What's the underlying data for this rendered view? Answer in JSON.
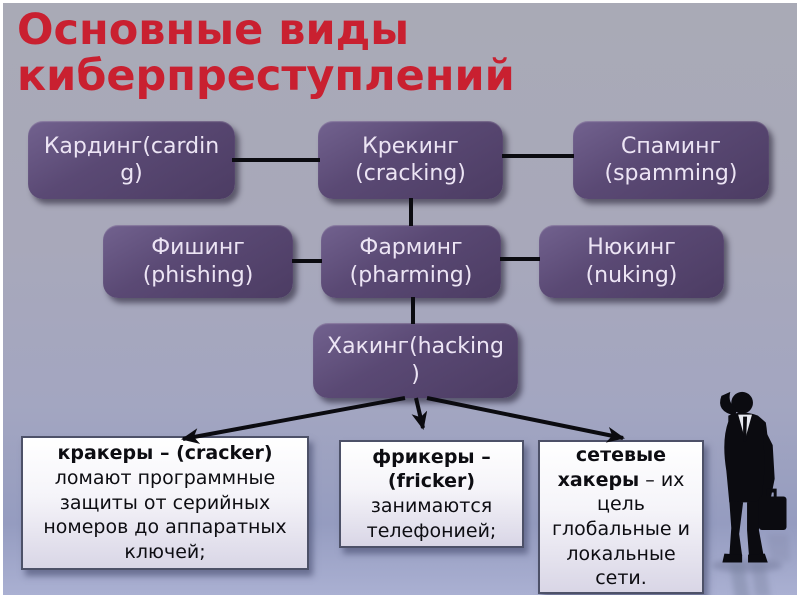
{
  "slide": {
    "title": "Основные виды киберпреступлений",
    "nodes": {
      "carding": {
        "label": "Кардинг(carding)"
      },
      "cracking": {
        "label": "Крекинг (cracking)"
      },
      "spamming": {
        "label": "Спаминг (spamming)"
      },
      "phishing": {
        "label": "Фишинг (phishing)"
      },
      "pharming": {
        "label": "Фарминг (pharming)"
      },
      "nuking": {
        "label": "Нюкинг (nuking)"
      },
      "hacking": {
        "label": "Хакинг(hacking)"
      }
    },
    "callouts": {
      "crackers": {
        "bold": "кракеры – (cracker)",
        "rest": " ломают программные защиты от серийных номеров до аппаратных ключей;"
      },
      "phreakers": {
        "bold": "фрикеры – (fricker)",
        "rest": " занимаются телефонией;"
      },
      "network_hackers": {
        "bold": "сетевые хакеры",
        "rest": " –  их цель глобальные и локальные сети."
      }
    },
    "figure": "businessman-silhouette-on-phone",
    "colors": {
      "title_red": "#c92030",
      "node_purple_top": "#72628f",
      "node_purple_bottom": "#4c3c63",
      "node_text": "#ece4f4",
      "connector_black": "#0b0b10",
      "callout_border": "#4d5168",
      "callout_bg_top": "#ffffff",
      "callout_bg_bottom": "#d9d6e6",
      "background_top": "#a9aab6",
      "background_bottom": "#aab0d2"
    }
  }
}
